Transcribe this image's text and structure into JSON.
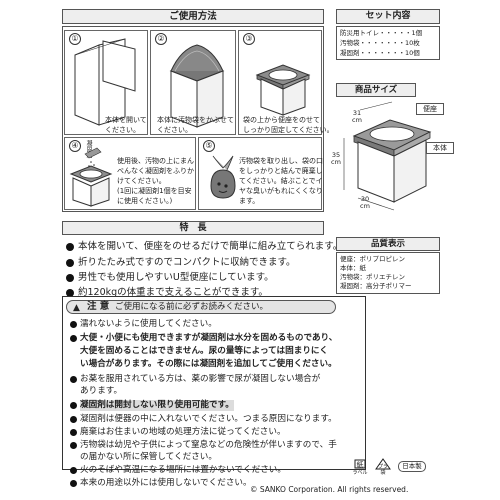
{
  "usage": {
    "title": "ご使用方法",
    "steps": [
      {
        "num": "①",
        "lines": [
          "本体を開いて",
          "ください。"
        ]
      },
      {
        "num": "②",
        "lines": [
          "本体に汚物袋をかぶせて",
          "ください。"
        ]
      },
      {
        "num": "③",
        "lines": [
          "袋の上から便座をのせて",
          "しっかり固定してください。"
        ]
      },
      {
        "num": "④",
        "tag": "凝固剤",
        "lines": [
          "使用後、汚物の上にまん",
          "べんなく凝固剤をふりか",
          "けてください。",
          "(1回に凝固剤1個を目安",
          "に使用ください。)"
        ]
      },
      {
        "num": "⑤",
        "lines": [
          "汚物袋を取り出し、袋の口",
          "をしっかりと結んで廃棄し",
          "てください。結ぶことでイ",
          "ヤな臭いがもれにくくなり",
          "ます。"
        ]
      }
    ]
  },
  "set_contents": {
    "title": "セット内容",
    "items": [
      {
        "name": "防災用トイレ",
        "dots": "・・・・・",
        "qty": "1個"
      },
      {
        "name": "汚物袋",
        "dots": "・・・・・・・",
        "qty": "10枚"
      },
      {
        "name": "凝固剤",
        "dots": "・・・・・・・",
        "qty": "10個"
      }
    ]
  },
  "product_size": {
    "title": "商品サイズ",
    "seat_label": "便座",
    "body_label": "本体",
    "dims": {
      "top": "31",
      "height": "35",
      "depth": "30",
      "unit": "cm"
    }
  },
  "features": {
    "title": "特　長",
    "items": [
      "本体を開いて、便座をのせるだけで簡単に組み立てられます。",
      "折りたたみ式ですのでコンパクトに収納できます。",
      "男性でも使用しやすいU型便座にしています。",
      "約120kgの体重まで支えることができます。"
    ]
  },
  "quality": {
    "title": "品質表示",
    "rows": [
      {
        "label": "便座：",
        "value": "ポリプロピレン"
      },
      {
        "label": "本体：",
        "value": "紙"
      },
      {
        "label": "汚物袋：",
        "value": "ポリエチレン"
      },
      {
        "label": "凝固剤：",
        "value": "高分子ポリマー"
      }
    ]
  },
  "caution": {
    "title": "注 意",
    "subtitle": "ご使用になる前に必ずお読みください。",
    "lines": [
      "濡れないように使用してください。",
      "大便・小便にも使用できますが凝固剤は水分を固めるものであり、",
      "大便を固めることはできません。尿の量等によっては固まりにく",
      "い場合があります。その際には凝固剤を追加してご使用ください。",
      "お薬を服用されている方は、薬の影響で尿が凝固しない場合が",
      "あります。",
      "凝固剤は開封しない限り使用可能です。",
      "凝固剤は便器の中に入れないでください。つまる原因になります。",
      "廃棄はお住まいの地域の処理方法に従ってください。",
      "汚物袋は幼児や子供によって窒息などの危険性が伴いますので、手",
      "の届かない所に保管してください。",
      "火のそばや高温になる場所には置かないでください。",
      "本来の用途以外には使用しないでください。"
    ]
  },
  "footer": {
    "paper_mark": "紙",
    "label_text": "ラベル",
    "pla_mark": "プラ",
    "bag_text": "袋",
    "made_in": "日本製",
    "copyright": "© SANKO Corporation. All rights reserved."
  }
}
